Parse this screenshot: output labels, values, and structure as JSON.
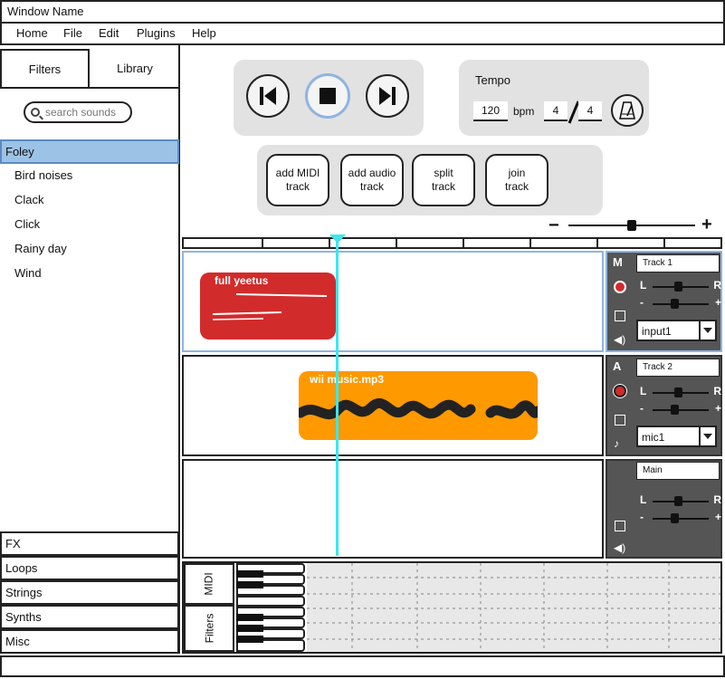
{
  "window": {
    "title": "Window Name"
  },
  "menu": [
    "Home",
    "File",
    "Edit",
    "Plugins",
    "Help"
  ],
  "sidebar": {
    "tabs": [
      {
        "label": "Filters"
      },
      {
        "label": "Library"
      }
    ],
    "search_placeholder": "search sounds",
    "active_category": "Foley",
    "sounds": [
      "Bird noises",
      "Clack",
      "Click",
      "Rainy day",
      "Wind"
    ],
    "categories": [
      "FX",
      "Loops",
      "Strings",
      "Synths",
      "Misc"
    ]
  },
  "transport": {
    "buttons": [
      "skip-back",
      "stop",
      "skip-forward"
    ]
  },
  "tempo": {
    "label": "Tempo",
    "bpm": "120",
    "bpm_unit": "bpm",
    "time_sig_num": "4",
    "time_sig_den": "4"
  },
  "actions": {
    "add_midi": [
      "add MIDI",
      "track"
    ],
    "add_audio": [
      "add audio",
      "track"
    ],
    "split": [
      "split",
      "track"
    ],
    "join": [
      "join",
      "track"
    ]
  },
  "zoom": {
    "minus": "−",
    "plus": "+",
    "level": 0.5
  },
  "tracks": [
    {
      "letter": "M",
      "name": "Track 1",
      "input": "input1",
      "clip": "full yeetus",
      "clip_color": "#d22b2b"
    },
    {
      "letter": "A",
      "name": "Track 2",
      "input": "mic1",
      "clip": "wii music.mp3",
      "clip_color": "#ff9900"
    },
    {
      "name": "Main"
    }
  ],
  "mixer_labels": {
    "left": "L",
    "right": "R",
    "minus": "-",
    "plus": "+"
  },
  "bottom_tabs": [
    "MIDI",
    "Filters"
  ],
  "colors": {
    "selection": "#9cc3e6",
    "playhead": "#3be6f0",
    "strip": "#555555"
  }
}
